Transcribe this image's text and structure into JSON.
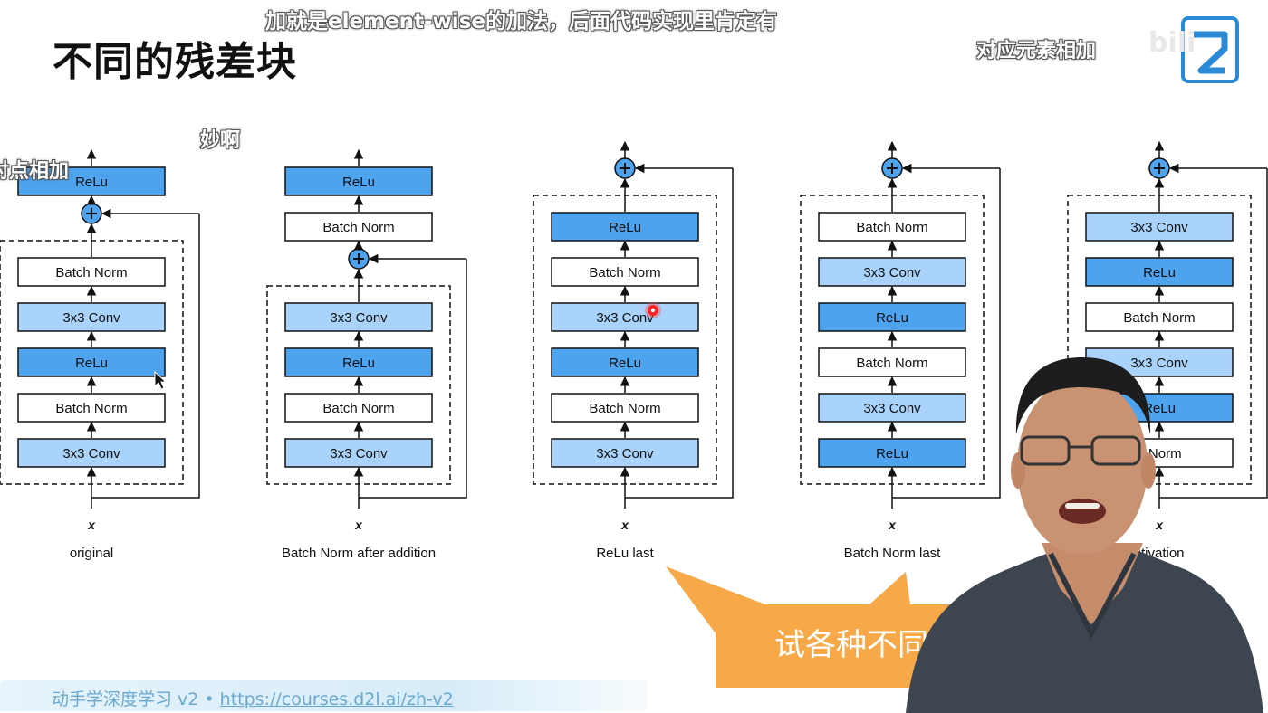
{
  "slide": {
    "title": "不同的残差块",
    "footer_prefix": "动手学深度学习 v2 • ",
    "footer_link": "https://courses.d2l.ai/zh-v2"
  },
  "danmaku": [
    "加就是element-wise的加法，后面代码实现里肯定有",
    "对应元素相加",
    "妙啊",
    "对点相加"
  ],
  "speech_bubble": {
    "text": "试各种不同"
  },
  "logo": {
    "ghost_text": "bili"
  },
  "colors": {
    "relu": "#4da3ee",
    "conv": "#a9d3fb",
    "batch_norm": "#ffffff",
    "stroke": "#111111",
    "add_node": "#4da3ee",
    "bubble": "#f6a13a",
    "footer_text": "#6aa9cf"
  },
  "diagrams": [
    {
      "caption": "original",
      "input_label": "x",
      "dashed_layers": [
        "3x3 Conv",
        "Batch Norm",
        "ReLu",
        "3x3 Conv",
        "Batch Norm"
      ],
      "after_add": [
        "ReLu"
      ]
    },
    {
      "caption": "Batch Norm after addition",
      "input_label": "x",
      "dashed_layers": [
        "3x3 Conv",
        "Batch Norm",
        "ReLu",
        "3x3 Conv"
      ],
      "after_add": [
        "Batch Norm",
        "ReLu"
      ]
    },
    {
      "caption": "ReLu last",
      "input_label": "x",
      "dashed_layers": [
        "3x3 Conv",
        "Batch Norm",
        "ReLu",
        "3x3 Conv",
        "Batch Norm",
        "ReLu"
      ],
      "after_add": []
    },
    {
      "caption": "Batch Norm last",
      "input_label": "x",
      "dashed_layers": [
        "ReLu",
        "3x3 Conv",
        "Batch Norm",
        "ReLu",
        "3x3 Conv",
        "Batch Norm"
      ],
      "after_add": []
    },
    {
      "caption": "ctivation",
      "input_label": "x",
      "dashed_layers": [
        "n Norm",
        "ReLu",
        "3x3 Conv",
        "Batch Norm",
        "ReLu",
        "3x3 Conv"
      ],
      "after_add": []
    }
  ]
}
